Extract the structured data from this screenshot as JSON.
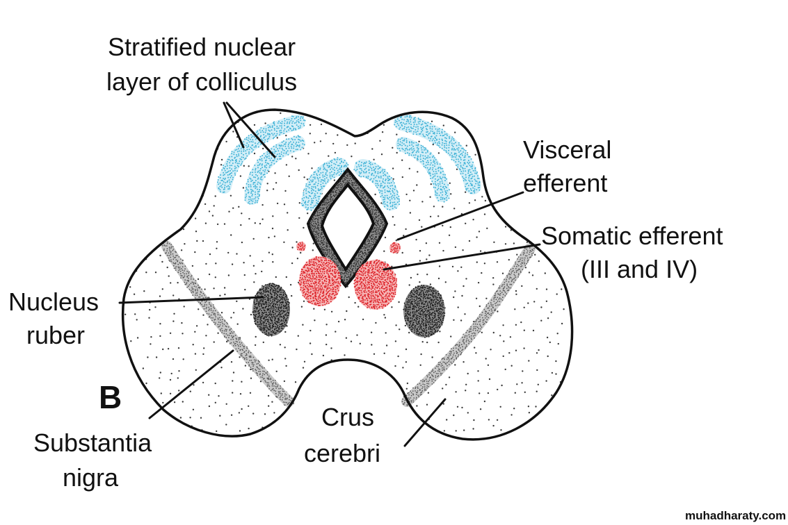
{
  "figure_letter": "B",
  "labels": {
    "stratified": {
      "line1": "Stratified nuclear",
      "line2": "layer of colliculus"
    },
    "visceral": {
      "line1": "Visceral",
      "line2": "efferent"
    },
    "somatic": {
      "line1": "Somatic efferent",
      "line2": "(III and IV)"
    },
    "nucleus_ruber": {
      "line1": "Nucleus",
      "line2": "ruber"
    },
    "substantia_nigra": {
      "line1": "Substantia",
      "line2": "nigra"
    },
    "crus_cerebri": {
      "line1": "Crus",
      "line2": "cerebri"
    }
  },
  "watermark": "muhadharaty.com",
  "colors": {
    "outline": "#111111",
    "body_stipple": "#3a3a3a",
    "colliculus": "#3fb2d6",
    "efferent_nuclei": "#dc1f26",
    "nucleus_ruber": "#1e1e1e",
    "substantia_nigra": "#555555",
    "aqueduct_wall": "#2a2a2a"
  }
}
